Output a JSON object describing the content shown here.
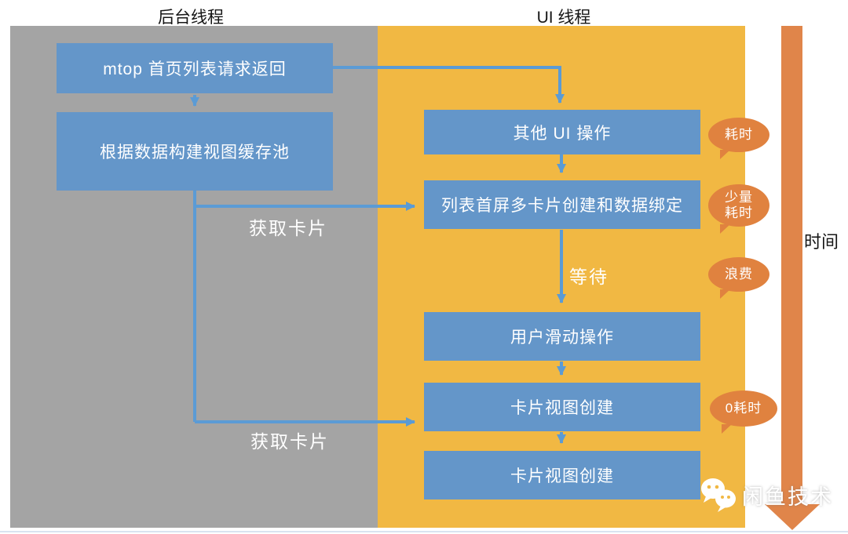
{
  "header": {
    "left_thread": "后台线程",
    "right_thread": "UI 线程"
  },
  "background_thread": {
    "boxes": [
      {
        "label": "mtop 首页列表请求返回"
      },
      {
        "label": "根据数据构建视图缓存池"
      }
    ]
  },
  "ui_thread": {
    "boxes": [
      {
        "label": "其他 UI 操作"
      },
      {
        "label": "列表首屏多卡片创建和数据绑定"
      },
      {
        "label": "用户滑动操作"
      },
      {
        "label": "卡片视图创建"
      },
      {
        "label": "卡片视图创建"
      }
    ]
  },
  "edge_labels": {
    "fetch_card_top": "获取卡片",
    "fetch_card_bottom": "获取卡片",
    "wait": "等待"
  },
  "callouts": [
    {
      "text": "耗时"
    },
    {
      "text": "少量耗时"
    },
    {
      "text": "浪费"
    },
    {
      "text": "0耗时"
    }
  ],
  "timeline": {
    "label": "时间"
  },
  "watermark": {
    "text": "闲鱼技术",
    "icon": "wechat-icon"
  },
  "colors": {
    "panel_gray": "#a4a4a4",
    "panel_yellow": "#f1b843",
    "node_blue": "#6496c9",
    "arrow_blue": "#5b9bd5",
    "accent_orange": "#e0823f",
    "time_bar_orange": "#e0854a"
  }
}
